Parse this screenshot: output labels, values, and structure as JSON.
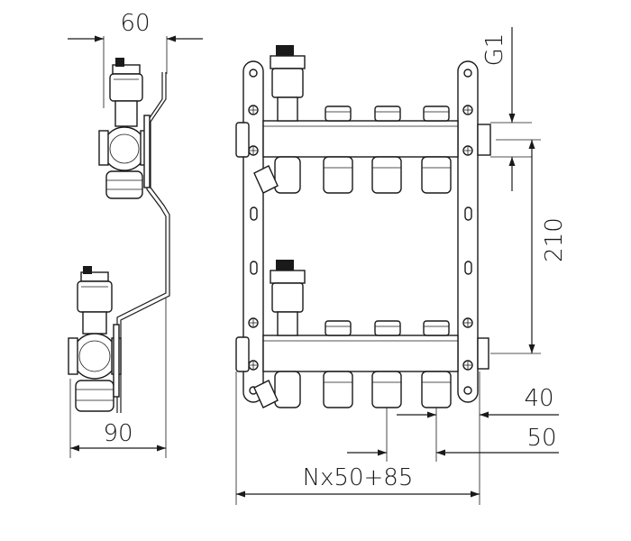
{
  "drawing": {
    "colors": {
      "line": "#1a1a1a",
      "background": "#ffffff"
    },
    "side_view": {
      "width_dimension": "60",
      "depth_dimension": "90"
    },
    "front_view": {
      "thread_label": "G1",
      "pipe_spacing": "210",
      "outlet_offset": "40",
      "outlet_pitch": "50",
      "total_length_formula": "Nx50+85"
    }
  }
}
